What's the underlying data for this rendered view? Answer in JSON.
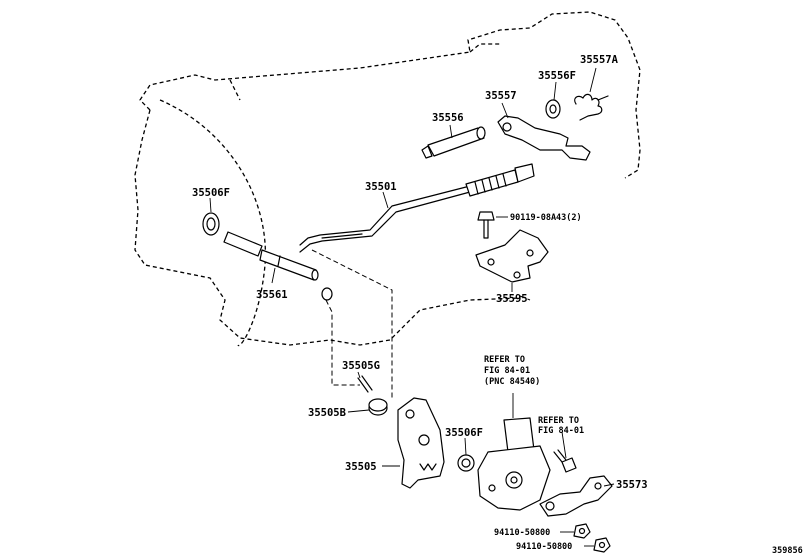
{
  "figure_id": "359856",
  "parts": {
    "p35557A": "35557A",
    "p35556F": "35556F",
    "p35557": "35557",
    "p35556": "35556",
    "p35501": "35501",
    "p35506F_top": "35506F",
    "p90119": "90119-08A43(2)",
    "p35595": "35595",
    "p35561": "35561",
    "p35505G": "35505G",
    "p35505B": "35505B",
    "p35506F_low": "35506F",
    "p35505": "35505",
    "p35573": "35573",
    "p94110_a": "94110-50800",
    "p94110_b": "94110-50800"
  },
  "notes": {
    "ref1_line1": "REFER TO",
    "ref1_line2": "FIG 84-01",
    "ref1_line3": "(PNC 84540)",
    "ref2_line1": "REFER TO",
    "ref2_line2": "FIG 84-01"
  }
}
